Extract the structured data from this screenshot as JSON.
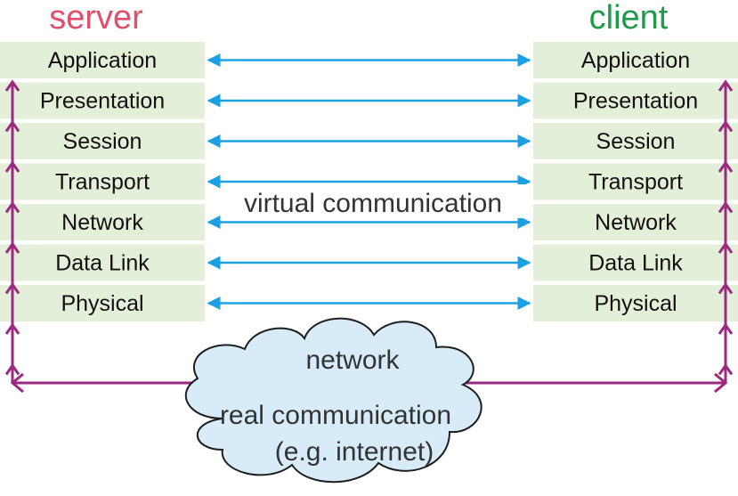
{
  "colors": {
    "server": "#e0506c",
    "client": "#1d9a4a",
    "layer_fill": "#e4efd9",
    "virtual_arrow": "#1ba1e2",
    "real_arrow": "#9c2a80",
    "cloud_fill": "#d7ebf9",
    "cloud_stroke": "#1e1e1e"
  },
  "server": {
    "title": "server",
    "layers": [
      "Application",
      "Presentation",
      "Session",
      "Transport",
      "Network",
      "Data Link",
      "Physical"
    ]
  },
  "client": {
    "title": "client",
    "layers": [
      "Application",
      "Presentation",
      "Session",
      "Transport",
      "Network",
      "Data Link",
      "Physical"
    ]
  },
  "virtual_label": "virtual communication",
  "network": {
    "label": "network",
    "real_label": "real communication",
    "example_label": "(e.g. internet)"
  }
}
